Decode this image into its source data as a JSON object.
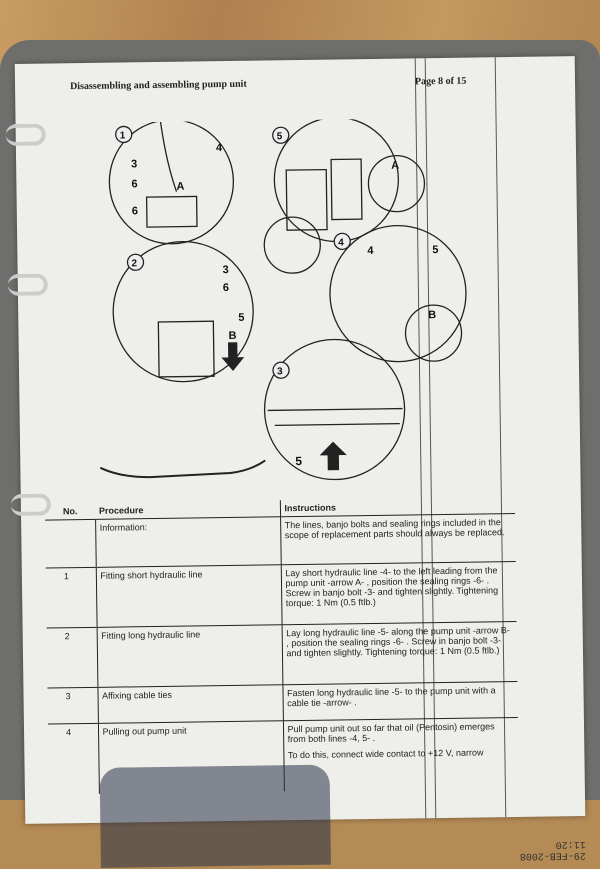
{
  "header": {
    "title": "Disassembling and assembling pump unit",
    "page": "Page 8 of 15"
  },
  "diagram": {
    "circle1": {
      "num": "1",
      "labels": [
        "3",
        "4",
        "6",
        "A",
        "6"
      ]
    },
    "circle2": {
      "num": "2",
      "labels": [
        "3",
        "6",
        "5",
        "B"
      ]
    },
    "circle3": {
      "num": "3",
      "labels": [
        "5"
      ]
    },
    "circle4": {
      "num": "4",
      "labels": [
        "4",
        "5",
        "B"
      ]
    },
    "circle5": {
      "num": "5",
      "labels": [
        "A"
      ]
    }
  },
  "table": {
    "headers": {
      "no": "No.",
      "procedure": "Procedure",
      "instructions": "Instructions"
    },
    "rows": [
      {
        "no": "",
        "procedure": "Information:",
        "instructions": "The lines, banjo bolts and sealing rings included in the scope of replacement parts should always be replaced."
      },
      {
        "no": "1",
        "procedure": "Fitting short hydraulic line",
        "instructions": "Lay short hydraulic line -4- to the left leading from the pump unit -arrow A- , position the sealing rings -6- . Screw in banjo bolt -3- and tighten slightly. Tightening torque: 1 Nm (0.5 ftlb.)"
      },
      {
        "no": "2",
        "procedure": "Fitting long hydraulic line",
        "instructions": "Lay long hydraulic line -5- along the pump unit -arrow B- , position the sealing rings -6- . Screw in banjo bolt -3- and tighten slightly. Tightening torque: 1 Nm (0.5 ftlb.)"
      },
      {
        "no": "3",
        "procedure": "Affixing cable ties",
        "instructions": "Fasten long hydraulic line -5- to the pump unit with a cable tie -arrow- ."
      },
      {
        "no": "4",
        "procedure": "Pulling out pump unit",
        "instructions": "Pull pump unit out so far that oil (Pentosin) emerges from both lines -4, 5- .",
        "instructions2": "To do this, connect wide contact to +12 V, narrow"
      }
    ]
  },
  "footer": {
    "stamp": "29-FEB-2008 11:20"
  }
}
